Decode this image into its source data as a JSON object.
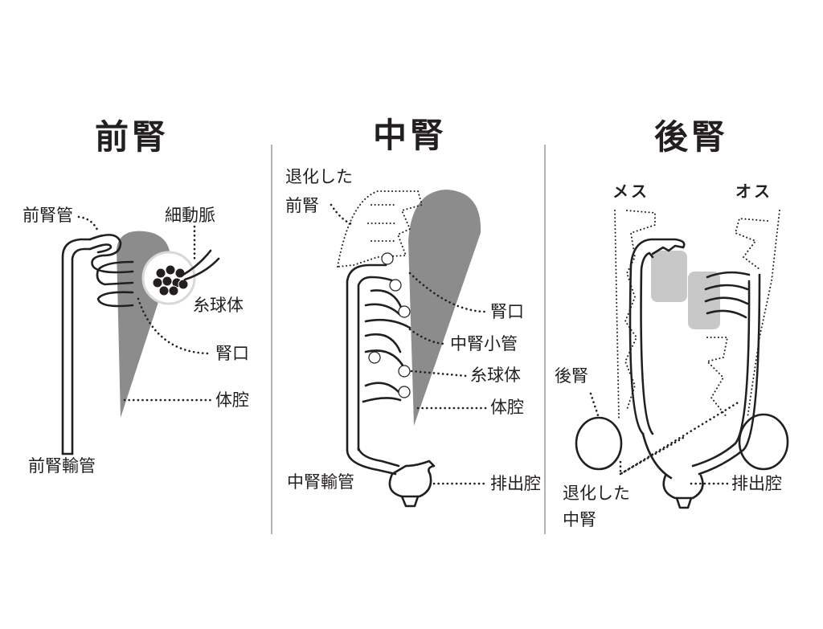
{
  "colors": {
    "ink": "#231f20",
    "cavity": "#8c8c8c",
    "gonad": "#c8c8c8",
    "divider": "#9a9a9a"
  },
  "panels": [
    {
      "title": "前腎",
      "labels": {
        "duct": "前腎管",
        "arteriole": "細動脈",
        "glomerulus": "糸球体",
        "nephrostome": "腎口",
        "coelom": "体腔",
        "outlet": "前腎輸管"
      }
    },
    {
      "title": "中腎",
      "labels": {
        "degenerated_line1": "退化した",
        "degenerated_line2": "前腎",
        "nephrostome": "腎口",
        "tubule": "中腎小管",
        "glomerulus": "糸球体",
        "coelom": "体腔",
        "outlet": "中腎輸管",
        "cloaca": "排出腔"
      }
    },
    {
      "title": "後腎",
      "labels": {
        "female": "メス",
        "male": "オス",
        "metanephros": "後腎",
        "degenerated_line1": "退化した",
        "degenerated_line2": "中腎",
        "cloaca": "排出腔"
      }
    }
  ]
}
